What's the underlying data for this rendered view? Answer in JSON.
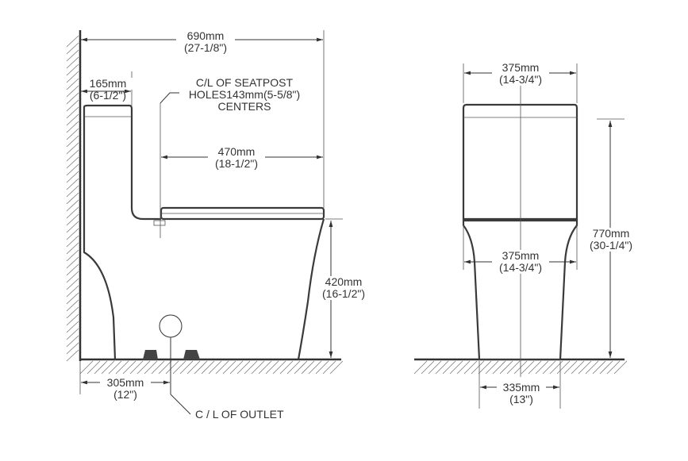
{
  "side_view": {
    "overall_length": {
      "mm": "690mm",
      "inch": "(27-1/8\")"
    },
    "wall_to_tank": {
      "mm": "165mm",
      "inch": "(6-1/2\")"
    },
    "seat_note": {
      "line1": "C/L OF SEATPOST",
      "line2": "HOLES143mm(5-5/8\")",
      "line3": "CENTERS"
    },
    "bowl_length": {
      "mm": "470mm",
      "inch": "(18-1/2\")"
    },
    "seat_height": {
      "mm": "420mm",
      "inch": "(16-1/2\")"
    },
    "rough_in": {
      "mm": "305mm",
      "inch": "(12\")"
    },
    "outlet_note": "C / L OF OUTLET"
  },
  "front_view": {
    "tank_width": {
      "mm": "375mm",
      "inch": "(14-3/4\")"
    },
    "bowl_width": {
      "mm": "375mm",
      "inch": "(14-3/4\")"
    },
    "total_height": {
      "mm": "770mm",
      "inch": "(30-1/4\")"
    },
    "base_width": {
      "mm": "335mm",
      "inch": "(13\")"
    }
  }
}
